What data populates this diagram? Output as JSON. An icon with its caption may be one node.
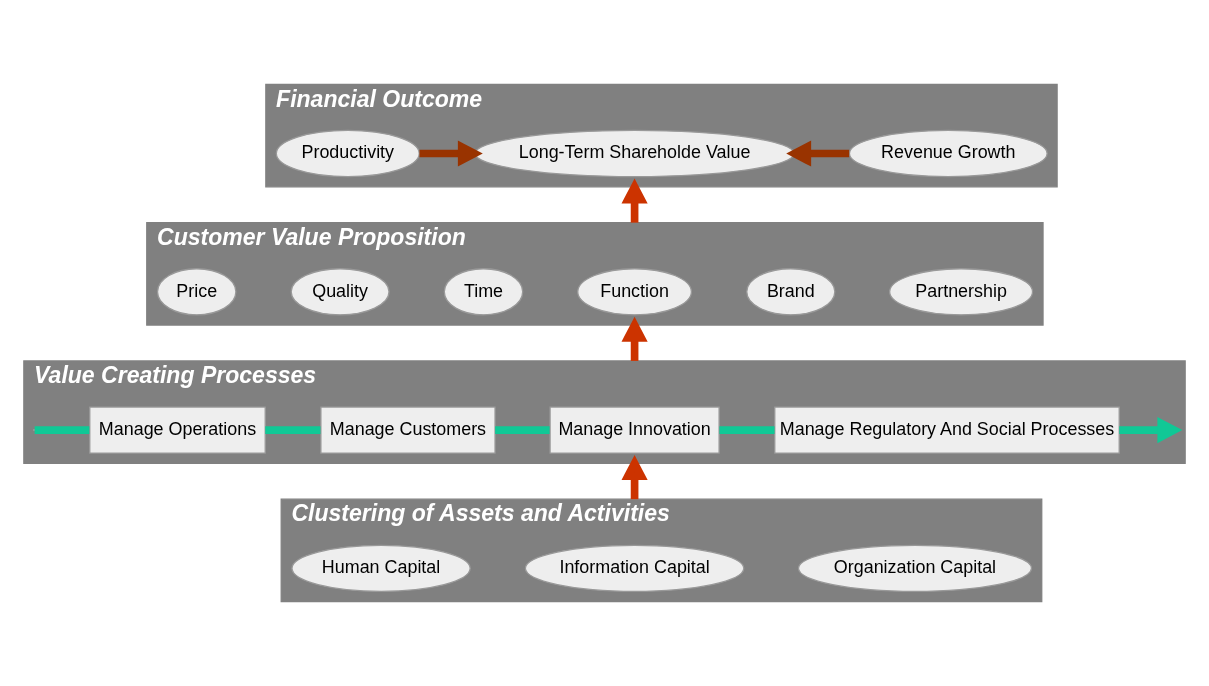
{
  "diagram": {
    "nodes": [
      {
        "text": [
          "Financial Outcome"
        ]
      },
      {
        "text": [
          "Productivity"
        ],
        "in": 0
      },
      {
        "text": [
          "Long-Term Shareholde Value"
        ],
        "in": 0
      },
      {
        "text": [
          "Revenue Growth"
        ],
        "in": 0
      },
      {
        "text": [
          "Customer Value Proposition"
        ]
      },
      {
        "text": [
          "Price"
        ],
        "in": 4
      },
      {
        "text": [
          "Quality"
        ],
        "in": 4
      },
      {
        "text": [
          "Time"
        ],
        "in": 4
      },
      {
        "text": [
          "Function"
        ],
        "in": 4
      },
      {
        "text": [
          "Brand"
        ],
        "in": 4
      },
      {
        "text": [
          "Partnership"
        ],
        "in": 4
      },
      {
        "text": [
          "Value Creating Processes"
        ]
      },
      {
        "text": [
          "Manage Operations"
        ],
        "in": 11
      },
      {
        "text": [
          "Manage Customers"
        ],
        "in": 11
      },
      {
        "text": [
          "Manage Innovation"
        ],
        "in": 11
      },
      {
        "text": [
          "Manage Regulatory And Social Processes"
        ],
        "in": 11
      },
      {
        "text": [
          "Clustering of Assets and Activities"
        ]
      },
      {
        "text": [
          "Human Capital"
        ],
        "in": 16
      },
      {
        "text": [
          "Information Capital"
        ],
        "in": 16
      },
      {
        "text": [
          "Organization Capital"
        ],
        "in": 16
      }
    ],
    "edges": [
      {
        "from": 1,
        "to": 2,
        "arrow": "to",
        "color": "#993300"
      },
      {
        "from": 3,
        "to": 2,
        "arrow": "to",
        "color": "#993300"
      },
      {
        "from": 16,
        "to": 11,
        "arrow": "to",
        "color": "#cc3300"
      },
      {
        "from": 11,
        "to": 4,
        "arrow": "to",
        "color": "#cc3300"
      },
      {
        "from": 4,
        "to": 0,
        "arrow": "to",
        "color": "#cc3300"
      },
      {
        "from": null,
        "to": 12,
        "arrow": "none"
      },
      {
        "from": 12,
        "to": 13,
        "arrow": "none"
      },
      {
        "from": 13,
        "to": 14,
        "arrow": "none"
      },
      {
        "from": 14,
        "to": 15,
        "arrow": "none"
      },
      {
        "from": 15,
        "to": null,
        "arrow": "to"
      }
    ]
  }
}
